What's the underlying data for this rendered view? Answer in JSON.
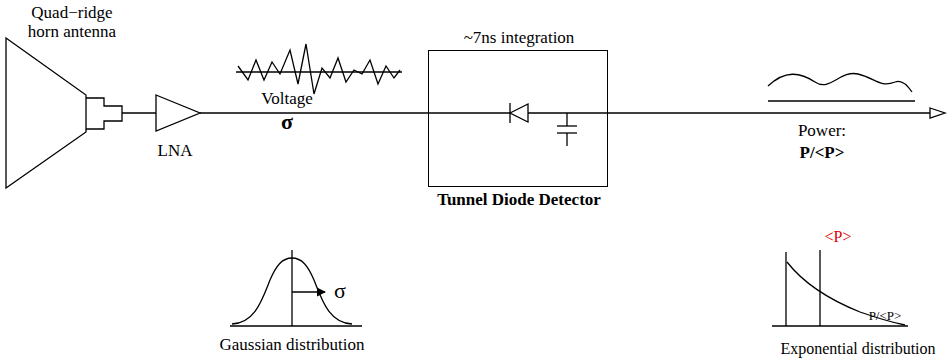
{
  "diagram": {
    "nodes": [
      {
        "text": [
          "~7ns integration",
          "Tunnel Diode Detector"
        ]
      }
    ],
    "labels": [
      "Quad−ridge horn antenna",
      "LNA",
      "Voltage",
      "σ",
      "σ",
      "Gaussian distribution",
      "Power:",
      "P/<P>",
      "<P>",
      "P/<P>",
      "Exponential distribution"
    ]
  }
}
